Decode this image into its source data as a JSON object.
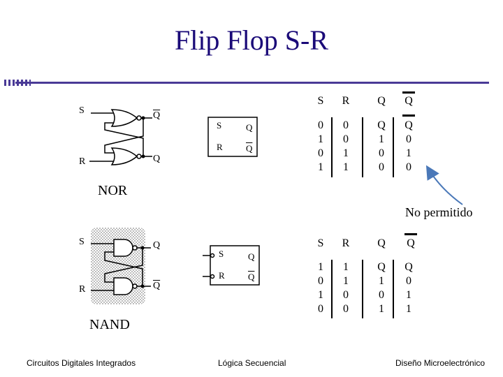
{
  "title": "Flip Flop S-R",
  "nor": {
    "label": "NOR",
    "input_s": "S",
    "input_r": "R",
    "output_top": "Q",
    "output_bottom": "Q",
    "block_s": "S",
    "block_r": "R",
    "block_q_top": "Q",
    "block_q_bottom": "Q",
    "table": {
      "headers": [
        "S",
        "R",
        "Q",
        "Q"
      ],
      "rows": [
        [
          "0",
          "0",
          "Q",
          "Q"
        ],
        [
          "1",
          "0",
          "1",
          "0"
        ],
        [
          "0",
          "1",
          "0",
          "1"
        ],
        [
          "1",
          "1",
          "0",
          "0"
        ]
      ]
    }
  },
  "annotation": "No permitido",
  "nand": {
    "label": "NAND",
    "input_s": "S",
    "input_r": "R",
    "output_top": "Q",
    "output_bottom": "Q",
    "block_s": "S",
    "block_r": "R",
    "block_q_top": "Q",
    "block_q_bottom": "Q",
    "table": {
      "headers": [
        "S",
        "R",
        "Q",
        "Q"
      ],
      "rows": [
        [
          "1",
          "1",
          "Q",
          "Q"
        ],
        [
          "0",
          "1",
          "1",
          "0"
        ],
        [
          "1",
          "0",
          "0",
          "1"
        ],
        [
          "0",
          "0",
          "1",
          "1"
        ]
      ]
    }
  },
  "footer": {
    "left": "Circuitos Digitales Integrados",
    "center": "Lógica Secuencial",
    "right": "Diseño Microelectrónico"
  },
  "colors": {
    "title": "#1a0a78",
    "rule": "#4a3a96",
    "arrow": "#4a78b8",
    "hatch": "#c8c8c8"
  }
}
